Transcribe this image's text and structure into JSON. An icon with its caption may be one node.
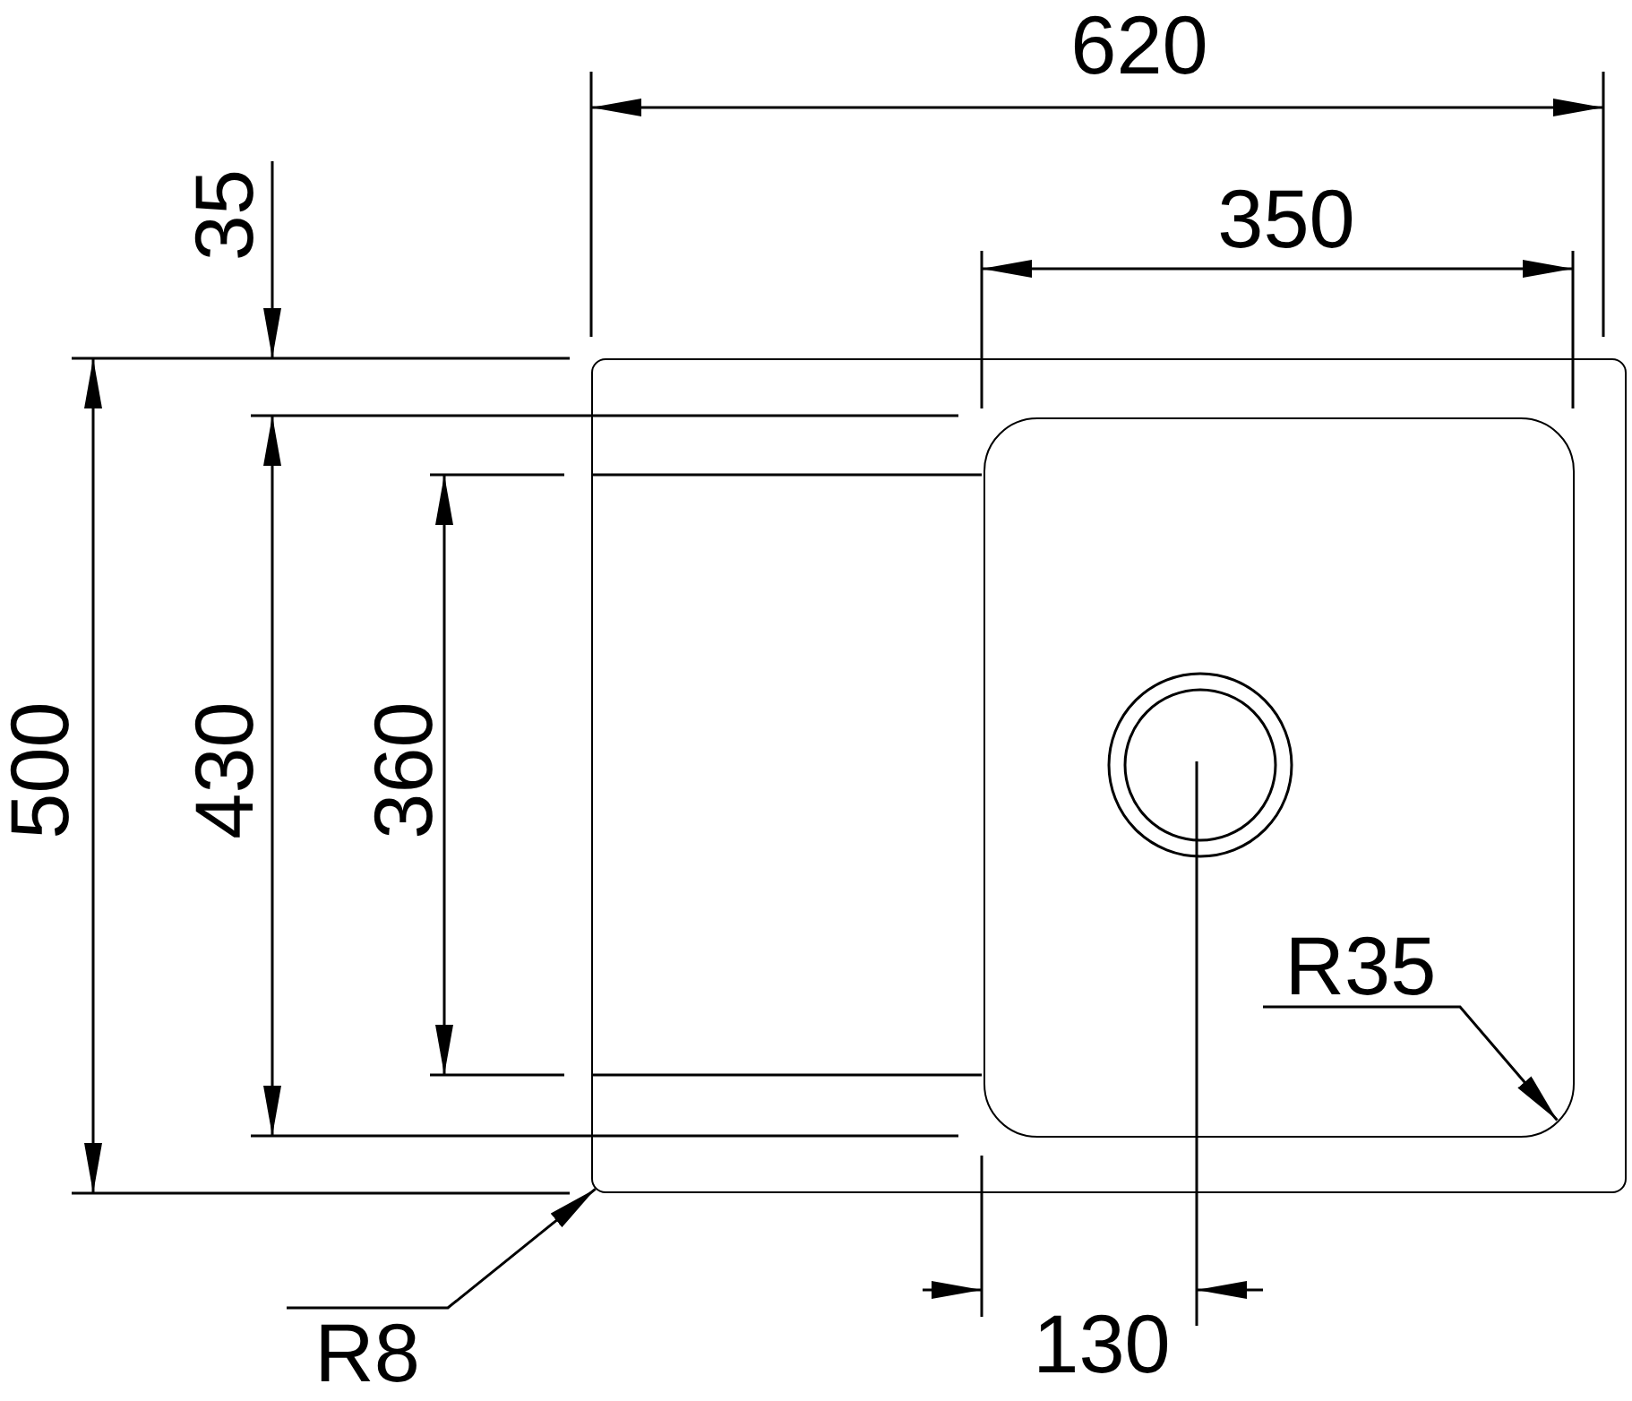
{
  "diagram": {
    "nodes": [
      {
        "text": [],
        "shape": "box"
      },
      {
        "text": [],
        "shape": "box",
        "in": 0
      },
      {
        "text": [],
        "shape": "circle",
        "in": 1
      },
      {
        "text": [
          "R35"
        ],
        "in": 1
      },
      {
        "text": [
          "R8"
        ]
      }
    ],
    "edges": [
      {
        "from": 3,
        "to": 1,
        "arrow": "to"
      },
      {
        "from": 4,
        "to": 0,
        "arrow": "to"
      }
    ],
    "labels": [
      "620",
      "35",
      "350",
      "500",
      "430",
      "360",
      "130"
    ]
  }
}
